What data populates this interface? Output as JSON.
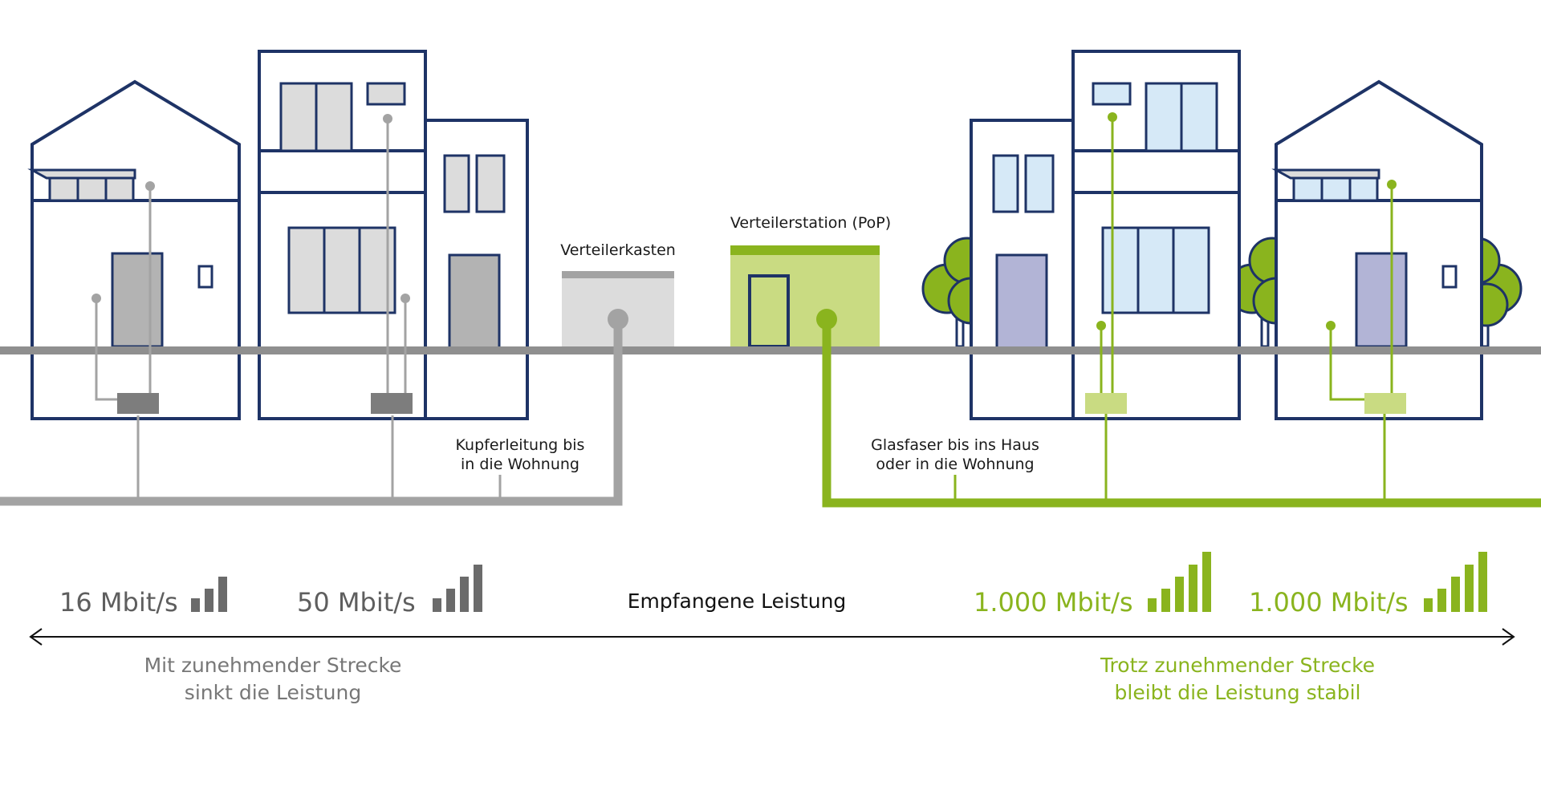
{
  "colors": {
    "outline": "#1e3366",
    "copper": "#a3a3a3",
    "copper_dark": "#8f8f8f",
    "fiber": "#8ab41e",
    "fiber_light": "#c9db82",
    "window_grey": "#dcdcdc",
    "window_blue": "#d6e9f7",
    "door_grey": "#b3b3b3",
    "door_purple": "#b2b4d6",
    "tree": "#8ab41e",
    "street": "#8f8f8f"
  },
  "labels": {
    "verteilerkasten": "Verteilerkasten",
    "verteilerstation": "Verteilerstation (PoP)",
    "copper_line_1": "Kupferleitung bis",
    "copper_line_2": "in die Wohnung",
    "fiber_line_1": "Glasfaser bis ins Haus",
    "fiber_line_2": "oder in die Wohnung",
    "axis_title": "Empfangene Leistung"
  },
  "speeds": [
    {
      "value": "16 Mbit/s",
      "bars": 3
    },
    {
      "value": "50 Mbit/s",
      "bars": 4
    },
    {
      "value": "1.000 Mbit/s",
      "bars": 5
    },
    {
      "value": "1.000 Mbit/s",
      "bars": 5
    }
  ],
  "notes": {
    "left_1": "Mit zunehmender Strecke",
    "left_2": "sinkt die Leistung",
    "right_1": "Trotz zunehmender Strecke",
    "right_2": "bleibt die Leistung stabil"
  },
  "icons": {
    "signal": "signal-bars-icon",
    "arrow": "double-arrow-icon",
    "tree": "tree-icon"
  }
}
